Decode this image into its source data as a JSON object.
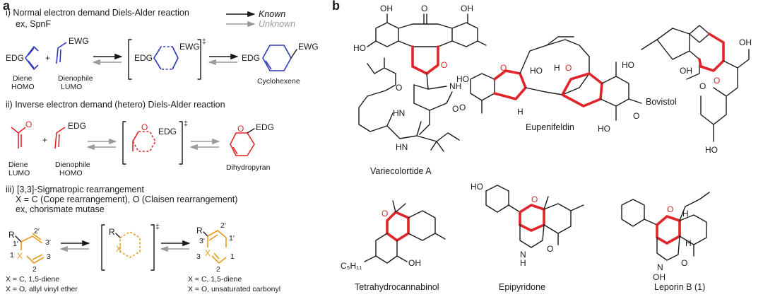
{
  "panel_a": {
    "letter": "a",
    "legend": {
      "known": "Known",
      "unknown": "Unknown"
    },
    "section_i": {
      "title": "i)  Normal electron demand Diels-Alder reaction",
      "example": "ex, SpnF",
      "edg": "EDG",
      "ewg": "EWG",
      "diene_label": "Diene",
      "diene_sub": "HOMO",
      "dienophile_label": "Dienophile",
      "dienophile_sub": "LUMO",
      "plus": "+",
      "ts_mark": "‡",
      "product": "Cyclohexene"
    },
    "section_ii": {
      "title": "ii)  Inverse electron demand (hetero) Diels-Alder reaction",
      "edg": "EDG",
      "oxygen": "O",
      "diene_label": "Diene",
      "diene_sub": "LUMO",
      "dienophile_label": "Dienophile",
      "dienophile_sub": "HOMO",
      "plus": "+",
      "ts_mark": "‡",
      "product": "Dihydropyran"
    },
    "section_iii": {
      "title": "iii)  [3,3]-Sigmatropic rearrangement",
      "line2": "X = C (Cope rearrangement), O (Claisen rearrangement)",
      "line3": "ex, chorismate mutase",
      "r": "R",
      "x": "X",
      "n1": "1",
      "n2": "2",
      "n3": "3",
      "n1p": "1′",
      "n2p": "2′",
      "n3p": "3′",
      "ts_mark": "‡",
      "left_note1": "X = C, 1,5-diene",
      "left_note2": "X = O, allyl vinyl ether",
      "right_note1": "X = C, 1,5-diene",
      "right_note2": "X = O, unsaturated carbonyl"
    }
  },
  "panel_b": {
    "letter": "b",
    "compounds": {
      "variecolortide": "Variecolortide A",
      "eupenifeldin": "Eupenifeldin",
      "bovistol": "Bovistol",
      "thc": "Tetrahydrocannabinol",
      "epipyridone": "Epipyridone",
      "leporin": "Leporin B (1)"
    },
    "atoms": {
      "oh": "OH",
      "ho": "HO",
      "o": "O",
      "nh": "NH",
      "hn": "HN",
      "h": "H",
      "n": "N",
      "c5h11": "C₅H₁₁"
    }
  },
  "colors": {
    "known_arrow": "#1a1a1a",
    "unknown_arrow": "#9a9a9a",
    "diels_alder_blue": "#2e3ab8",
    "hetero_red": "#e0252a",
    "sigmatropic_orange": "#e89a1c"
  }
}
